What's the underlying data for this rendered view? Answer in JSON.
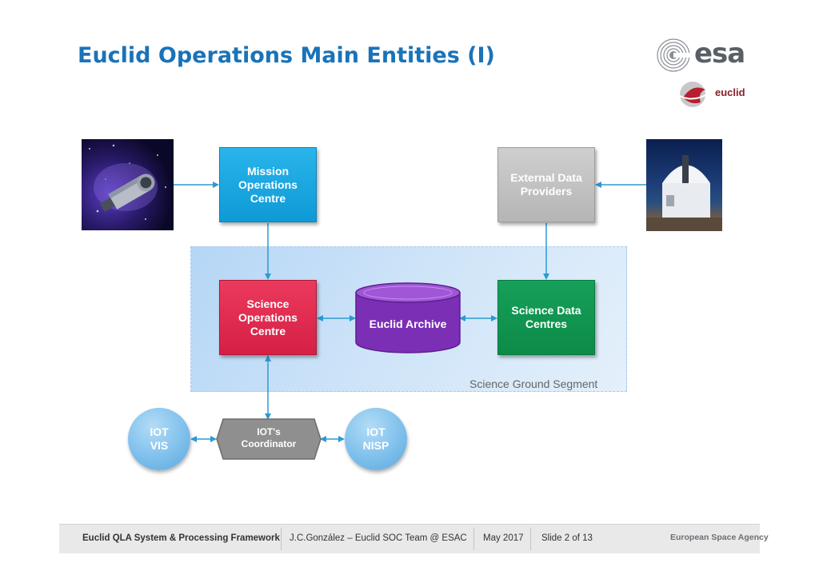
{
  "header": {
    "title": "Euclid Operations Main Entities (I)",
    "esa_logo_text": "esa",
    "euclid_logo_text": "euclid"
  },
  "diagram": {
    "mission_operations_centre": "Mission Operations Centre",
    "external_data_providers": "External Data Providers",
    "science_operations_centre": "Science Operations Centre",
    "euclid_archive": "Euclid Archive",
    "science_data_centres": "Science Data Centres",
    "science_ground_segment": "Science Ground Segment",
    "iot_vis": "IOT VIS",
    "iot_coordinator": "IOT's Coordinator",
    "iot_nisp": "IOT NISP"
  },
  "footer": {
    "presentation": "Euclid QLA System & Processing Framework",
    "author": "J.C.González –  Euclid SOC Team @ ESAC",
    "date": "May 2017",
    "slide": "Slide 2 of 13",
    "agency": "European Space Agency"
  },
  "colors": {
    "title": "#1a73b8",
    "moc": "#0e9ad6",
    "edp": "#b5b5b5",
    "soc": "#d61f45",
    "archive": "#7b2fb5",
    "sdc": "#0c8b47",
    "iot": "#7fc0ec",
    "arrow": "#2b9ad3"
  }
}
